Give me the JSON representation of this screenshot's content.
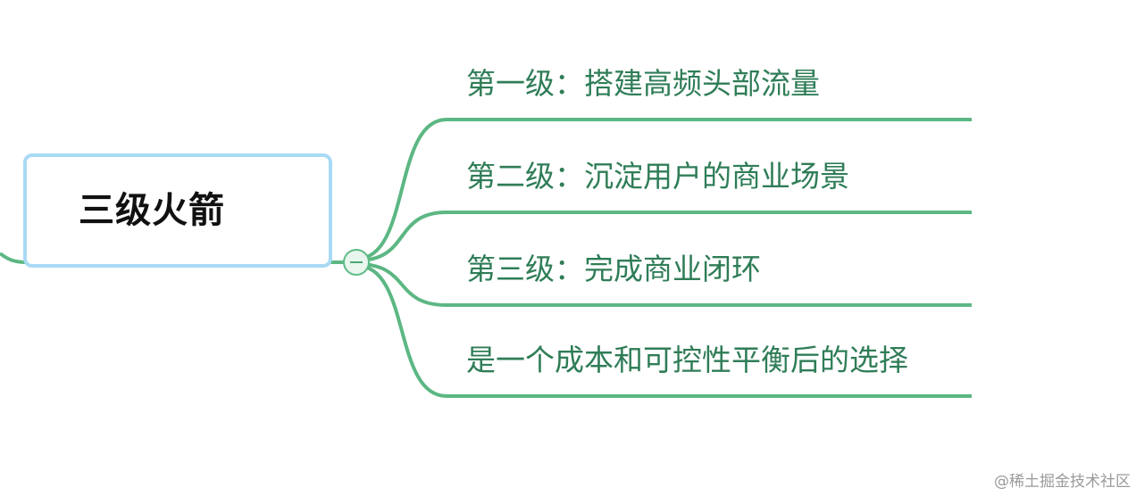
{
  "mindmap": {
    "root": {
      "label": "三级火箭"
    },
    "branches": [
      {
        "label": "第一级：搭建高频头部流量"
      },
      {
        "label": "第二级：沉淀用户的商业场景"
      },
      {
        "label": "第三级：完成商业闭环"
      },
      {
        "label": "是一个成本和可控性平衡后的选择"
      }
    ],
    "colors": {
      "line": "#5cb783",
      "text": "#2f7d57",
      "root_border": "#a9daf5"
    },
    "toggle_icon": "minus-icon"
  },
  "watermark": {
    "text": "@稀土掘金技术社区"
  }
}
